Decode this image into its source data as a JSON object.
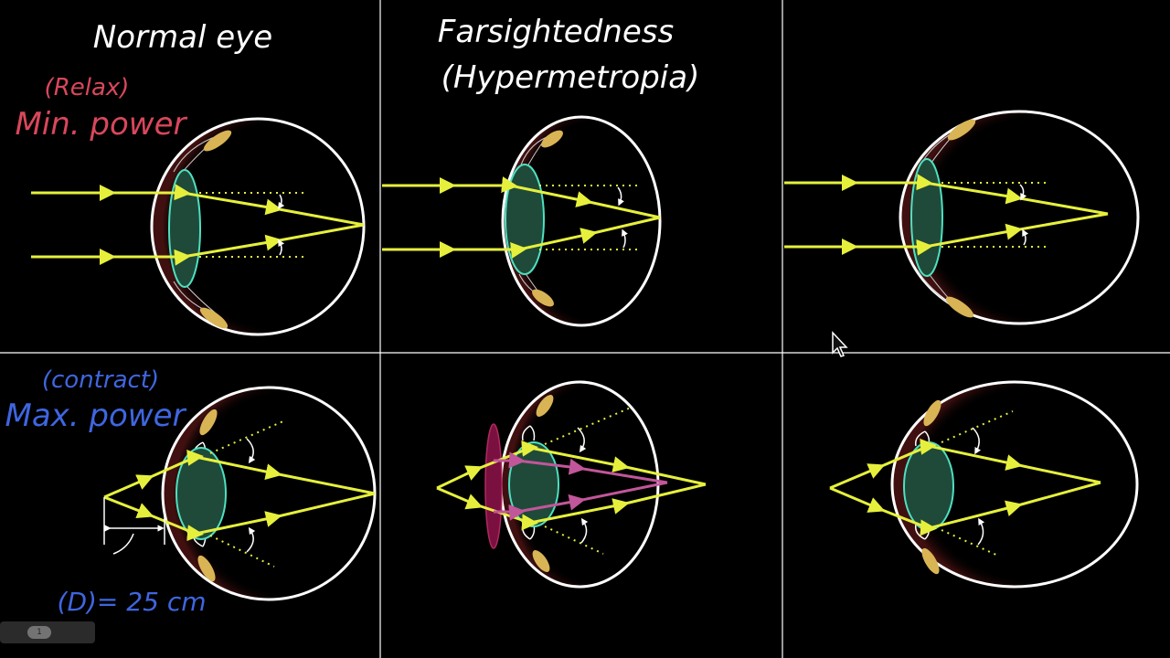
{
  "titles": {
    "normal_eye": "Normal eye",
    "farsightedness": "Farsightedness",
    "hypermetropia": "(Hypermetropia)"
  },
  "labels": {
    "relax": "(Relax)",
    "min_power": "Min. power",
    "contract": "(contract)",
    "max_power": "Max. power",
    "near_point": "(D)= 25 cm"
  },
  "colors": {
    "background": "#000000",
    "divider": "#ffffff",
    "ray": "#e6f03c",
    "lens_fill": "#1f4a3a",
    "lens_stroke": "#4ee0c0",
    "eyeball": "#ffffff",
    "muscle": "#d9b455",
    "relax_text": "#d9475c",
    "contract_text": "#3f66e0",
    "corrective_lens": "#7a1040",
    "corrected_ray": "#c2569a"
  },
  "pager": {
    "page": "1"
  },
  "icons": [
    "mouse-cursor-icon"
  ]
}
